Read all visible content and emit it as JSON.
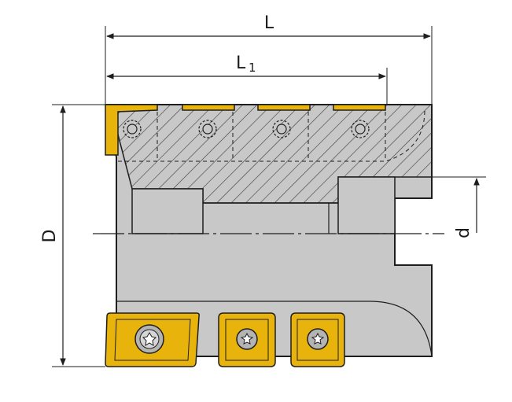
{
  "labels": {
    "overall_length": "L",
    "cutting_length_main": "L",
    "cutting_length_sub": "1",
    "diameter": "D",
    "bore_diameter": "d"
  },
  "colors": {
    "body": "#c8c8c8",
    "hatch_section": "#c8c8c8",
    "hatch_line": "#3a3a3a",
    "insert": "#e8b40c",
    "outline": "#1e1e1e",
    "screw": "#b4b4b4"
  }
}
